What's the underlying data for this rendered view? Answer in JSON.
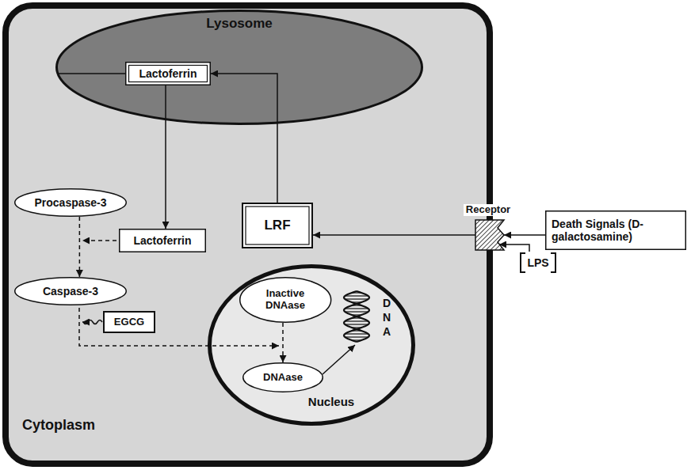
{
  "diagram": {
    "nodes": [
      {
        "text": [
          "Cytoplasm"
        ]
      },
      {
        "text": [
          "Lysosome"
        ],
        "in": 0
      },
      {
        "text": [
          "Lactoferrin"
        ],
        "in": 1
      },
      {
        "text": [
          "Procaspase-3"
        ],
        "in": 0
      },
      {
        "text": [
          "Lactoferrin"
        ],
        "in": 0
      },
      {
        "text": [
          "LRF"
        ],
        "in": 0
      },
      {
        "text": [
          "Caspase-3"
        ],
        "in": 0
      },
      {
        "text": [
          "EGCG"
        ],
        "in": 0
      },
      {
        "text": [
          "Nucleus"
        ],
        "in": 0
      },
      {
        "text": [
          "Inactive DNAase"
        ],
        "in": 8
      },
      {
        "text": [
          "DNAase"
        ],
        "in": 8
      },
      {
        "text": [
          "DNA"
        ],
        "in": 8
      },
      {
        "text": [
          "Receptor"
        ]
      },
      {
        "text": [
          "Death Signals (D-galactosamine)"
        ]
      },
      {
        "text": [
          "LPS"
        ]
      }
    ],
    "edges": [
      {
        "from": 3,
        "to": 6,
        "arrow": "to"
      },
      {
        "from": 2,
        "to": 4,
        "arrow": "to"
      },
      {
        "from": 5,
        "to": 2,
        "arrow": "to"
      },
      {
        "from": 12,
        "to": 5,
        "arrow": "to"
      },
      {
        "from": 13,
        "to": 12,
        "arrow": "to"
      },
      {
        "from": 14,
        "to": 12,
        "arrow": "to"
      },
      {
        "from": 9,
        "to": 10,
        "arrow": "to"
      },
      {
        "from": 10,
        "to": 11,
        "arrow": "to"
      }
    ]
  }
}
